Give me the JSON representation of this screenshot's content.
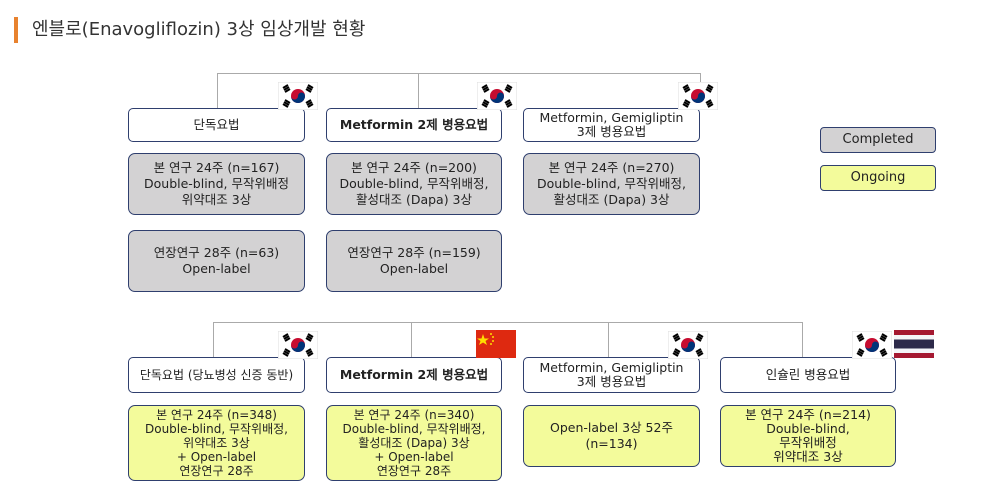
{
  "title": "엔블로(Enavogliflozin) 3상 임상개발 현황",
  "legend": {
    "completed": "Completed",
    "ongoing": "Ongoing",
    "completed_color": "#d3d2d3",
    "ongoing_color": "#f3fb9b"
  },
  "top": [
    {
      "header": "단독요법",
      "flags": [
        "korea-flag"
      ],
      "studies": [
        "본 연구 24주 (n=167)\nDouble-blind, 무작위배정\n위약대조 3상",
        "연장연구 28주 (n=63)\nOpen-label"
      ]
    },
    {
      "header": "Metformin 2제 병용요법",
      "flags": [
        "korea-flag"
      ],
      "studies": [
        "본 연구 24주 (n=200)\nDouble-blind, 무작위배정,\n활성대조 (Dapa) 3상",
        "연장연구 28주 (n=159)\nOpen-label"
      ]
    },
    {
      "header": "Metformin, Gemigliptin\n3제 병용요법",
      "flags": [
        "korea-flag"
      ],
      "studies": [
        "본 연구 24주 (n=270)\nDouble-blind, 무작위배정,\n활성대조 (Dapa) 3상"
      ]
    }
  ],
  "bottom": [
    {
      "header": "단독요법 (당뇨병성 신증 동반)",
      "flags": [
        "korea-flag"
      ],
      "study": "본 연구 24주 (n=348)\nDouble-blind, 무작위배정,\n위약대조 3상\n+ Open-label\n연장연구 28주"
    },
    {
      "header": "Metformin 2제 병용요법",
      "flags": [
        "china-flag"
      ],
      "study": "본 연구 24주 (n=340)\nDouble-blind, 무작위배정,\n활성대조 (Dapa) 3상\n+ Open-label\n연장연구 28주"
    },
    {
      "header": "Metformin, Gemigliptin\n3제 병용요법",
      "flags": [
        "korea-flag"
      ],
      "study": "Open-label 3상 52주\n(n=134)"
    },
    {
      "header": "인슐린 병용요법",
      "flags": [
        "korea-flag",
        "thailand-flag"
      ],
      "study": "본 연구 24주 (n=214)\nDouble-blind,\n무작위배정\n위약대조 3상"
    }
  ]
}
